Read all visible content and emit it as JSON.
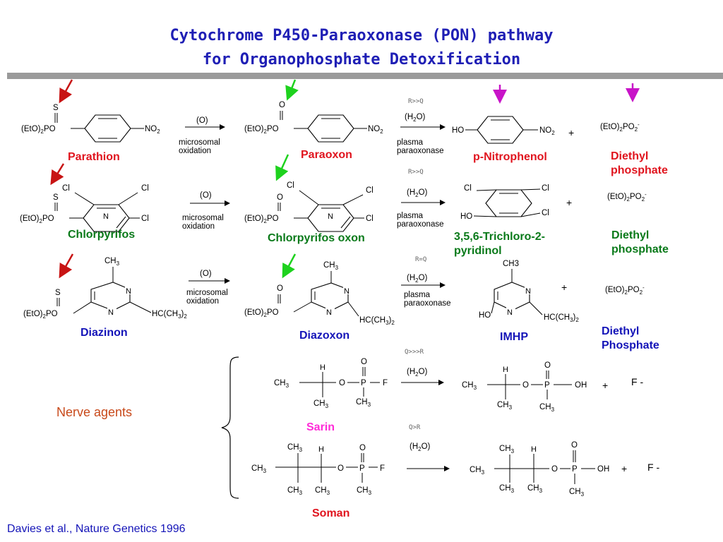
{
  "title": {
    "line1": "Cytochrome P450-Paraoxonase (PON) pathway",
    "line2": "for Organophosphate Detoxification"
  },
  "rows": [
    {
      "substrate": "Parathion",
      "oxon": "Paraoxon",
      "product": "p-Nitrophenol",
      "phosphate": [
        "Diethyl",
        "phosphate"
      ],
      "ratio": "R>>Q"
    },
    {
      "substrate": "Chlorpyrifos",
      "oxon": "Chlorpyrifos oxon",
      "product": [
        "3,5,6-Trichloro-2-",
        "pyridinol"
      ],
      "phosphate": [
        "Diethyl",
        "phosphate"
      ],
      "ratio": "R>>Q"
    },
    {
      "substrate": "Diazinon",
      "oxon": "Diazoxon",
      "product": "IMHP",
      "phosphate": [
        "Diethyl",
        "Phosphate"
      ],
      "ratio": "R=Q"
    }
  ],
  "reagents": {
    "oxidation": {
      "reagent": "(O)",
      "line1": "microsomal",
      "line2": "oxidation"
    },
    "hydrolysis": {
      "reagent": "(H",
      "reagent_sub": "2",
      "reagent_end": "O)",
      "line1": "plasma",
      "line2": "paraoxonase"
    }
  },
  "groups": {
    "eto2po": "(EtO)",
    "eto2po_sub": "2",
    "eto2po_end": "PO",
    "eto2po2": "(EtO)",
    "eto2po2_sub": "2",
    "eto2po2_end": "PO",
    "eto2po2_tail_sub": "2",
    "eto2po2_tail_sup": "-",
    "s": "S",
    "o": "O",
    "no2": "NO",
    "no2_sub": "2",
    "ho": "HO",
    "cl": "Cl",
    "n": "N",
    "ch3": "CH",
    "ch3_sub": "3",
    "ch3_flat": "CH3",
    "hc_ch3_2": "HC(CH",
    "hc_ch3_2_sub": "3",
    "hc_ch3_2_end": ")",
    "hc_ch3_2_end_sub": "2",
    "h": "H",
    "p": "P",
    "f": "F",
    "oh": "OH",
    "plus": "+",
    "fminus": "F -"
  },
  "nerve_agents": {
    "label": "Nerve agents",
    "sarin": {
      "name": "Sarin",
      "ratio": "Q>>>R"
    },
    "soman": {
      "name": "Soman",
      "ratio": "Q>R"
    }
  },
  "citation": "Davies et al., Nature Genetics 1996",
  "colors": {
    "title": "#1f1fb5",
    "red_arrow": "#c81414",
    "green_arrow": "#1ed21e",
    "magenta_arrow": "#c814c8",
    "toxic_label": "#e0141e",
    "green_label": "#0a7a1a",
    "blue_label": "#1414b8",
    "sarin": "#ff2bd8"
  }
}
